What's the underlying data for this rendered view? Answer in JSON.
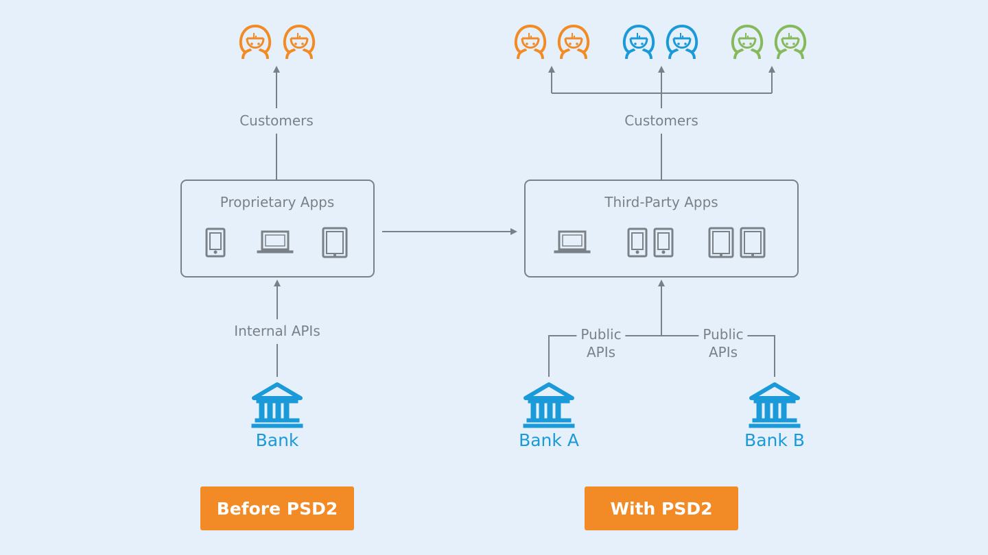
{
  "colors": {
    "background": "#e6f0fa",
    "line": "#7a8087",
    "orange": "#f28a25",
    "blue": "#1a9ad9",
    "green": "#86b95b"
  },
  "before": {
    "customers_label": "Customers",
    "customer_icons": [
      "orange",
      "orange"
    ],
    "apps_title": "Proprietary Apps",
    "devices": [
      "phone-icon",
      "laptop-icon",
      "tablet-icon"
    ],
    "api_label": "Internal APIs",
    "bank_label": "Bank",
    "footer_label": "Before PSD2"
  },
  "with": {
    "customers_label": "Customers",
    "customer_icons": [
      "orange",
      "orange",
      "blue",
      "blue",
      "green",
      "green"
    ],
    "apps_title": "Third-Party Apps",
    "devices": [
      "laptop-icon",
      "phone-icon",
      "phone-icon",
      "tablet-icon",
      "tablet-icon"
    ],
    "api_label_left_1": "Public",
    "api_label_left_2": "APIs",
    "api_label_right_1": "Public",
    "api_label_right_2": "APIs",
    "bank_a_label": "Bank A",
    "bank_b_label": "Bank B",
    "footer_label": "With PSD2"
  }
}
